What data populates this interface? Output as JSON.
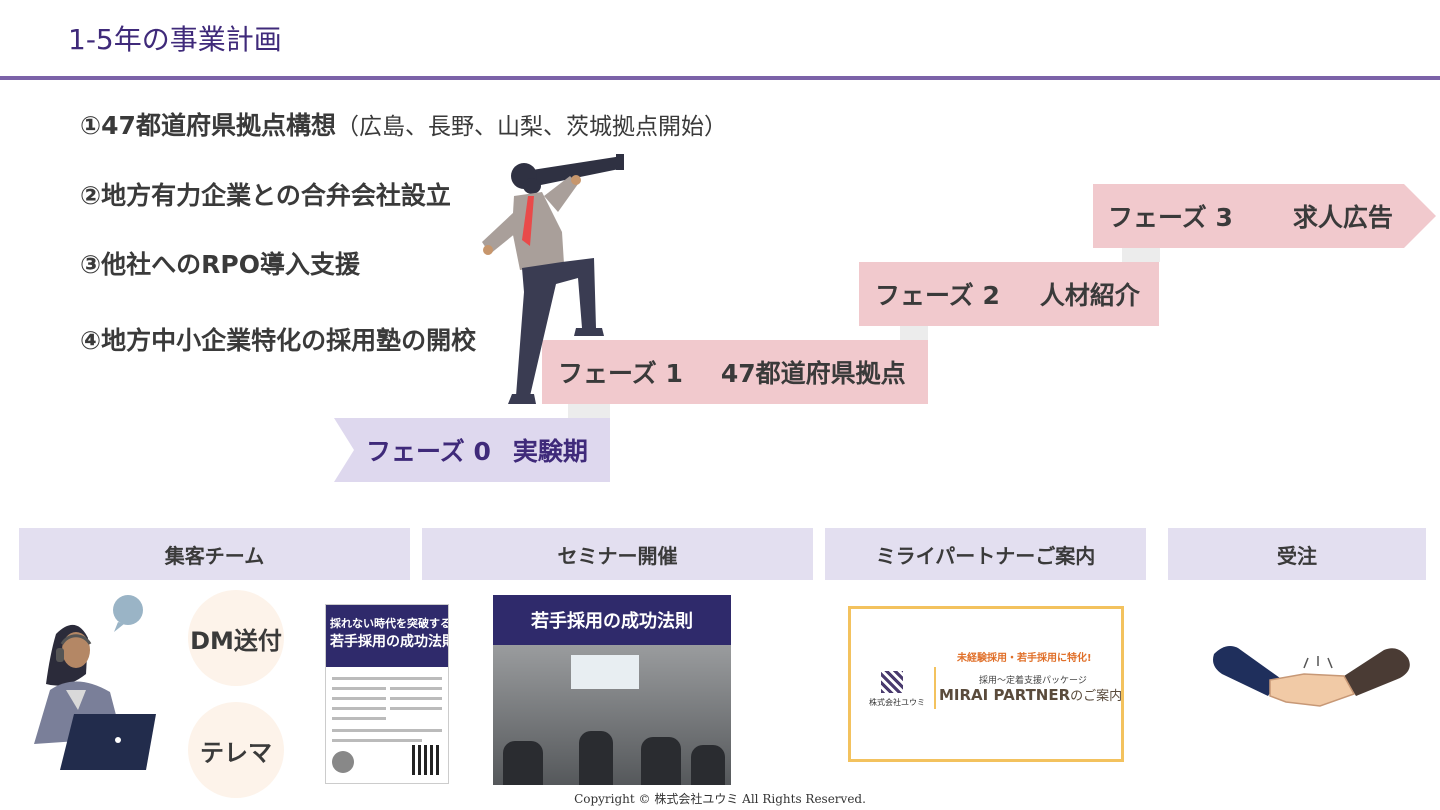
{
  "title": "1-5年の事業計画",
  "goals": [
    {
      "main": "①47都道府県拠点構想",
      "sub": "（広島、長野、山梨、茨城拠点開始）"
    },
    {
      "main": "②地方有力企業との合弁会社設立",
      "sub": ""
    },
    {
      "main": "③他社へのRPO導入支援",
      "sub": ""
    },
    {
      "main": "④地方中小企業特化の採用塾の開校",
      "sub": ""
    }
  ],
  "phases": [
    {
      "label": "フェーズ 0",
      "desc": "実験期"
    },
    {
      "label": "フェーズ 1",
      "desc": "47都道府県拠点"
    },
    {
      "label": "フェーズ 2",
      "desc": "人材紹介"
    },
    {
      "label": "フェーズ 3",
      "desc": "求人広告"
    }
  ],
  "stages": [
    "集客チーム",
    "セミナー開催",
    "ミライパートナーご案内",
    "受注"
  ],
  "channels": [
    "DM送付",
    "テレマ"
  ],
  "flyer": {
    "headline1": "採れない時代を突破する！",
    "headline2": "若手採用の成功法則"
  },
  "seminar": {
    "heading": "若手採用の成功法則"
  },
  "brochure": {
    "tagline": "未経験採用・若手採用に特化!",
    "package": "採用〜定着支援パッケージ",
    "name": "MIRAI PARTNER",
    "name_suffix": "のご案内",
    "company": "株式会社ユウミ"
  },
  "copyright": "Copyright © 株式会社ユウミ All Rights Reserved.",
  "colors": {
    "title": "#3f2a7a",
    "rule": "#7b62a8",
    "phase_pink": "#f1c9cd",
    "phase_lavender": "#ded8ee",
    "stage_bg": "#e3dff0"
  }
}
